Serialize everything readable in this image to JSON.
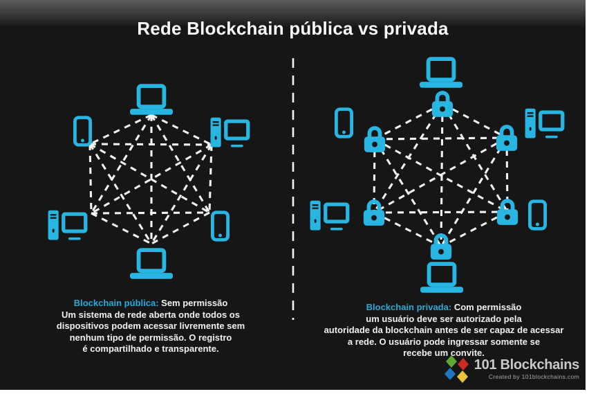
{
  "title": "Rede Blockchain pública vs privada",
  "left_panel": {
    "label": "Blockchain pública:",
    "label_suffix": "Sem permissão",
    "lines": [
      "Um sistema de rede aberta onde todos os",
      "dispositivos podem acessar livremente sem",
      "nenhum tipo de permissão. O registro",
      "é compartilhado e transparente."
    ],
    "network": {
      "kind": "public-no-permission",
      "topology": "fully-connected-dashed-mesh",
      "nodes": [
        "laptop",
        "smartphone",
        "desktop-computer",
        "desktop-computer",
        "smartphone",
        "laptop"
      ]
    }
  },
  "right_panel": {
    "label": "Blockchain privada:",
    "label_suffix": "Com permissão",
    "lines": [
      "um usuário deve ser autorizado pela",
      "autoridade da blockchain antes de ser capaz de acessar",
      "a rede. O usuário pode ingressar somente se",
      "recebe um convite."
    ],
    "network": {
      "kind": "private-with-permission",
      "topology": "fully-connected-dashed-mesh",
      "nodes": [
        "laptop",
        "smartphone",
        "desktop-computer",
        "desktop-computer",
        "smartphone",
        "laptop"
      ],
      "locks": 6
    }
  },
  "footer": {
    "brand": "101 Blockchains",
    "credit": "Created by 101blockchains.com"
  },
  "colors": {
    "device_cyan": "#28b5e2",
    "label_cyan": "#2aa9d6",
    "mesh_white": "#f2f2f2",
    "background": "#161616",
    "logo_green": "#5fa832",
    "logo_red": "#cc2b26",
    "logo_blue": "#1f77c0",
    "logo_yellow": "#e8c23a"
  }
}
